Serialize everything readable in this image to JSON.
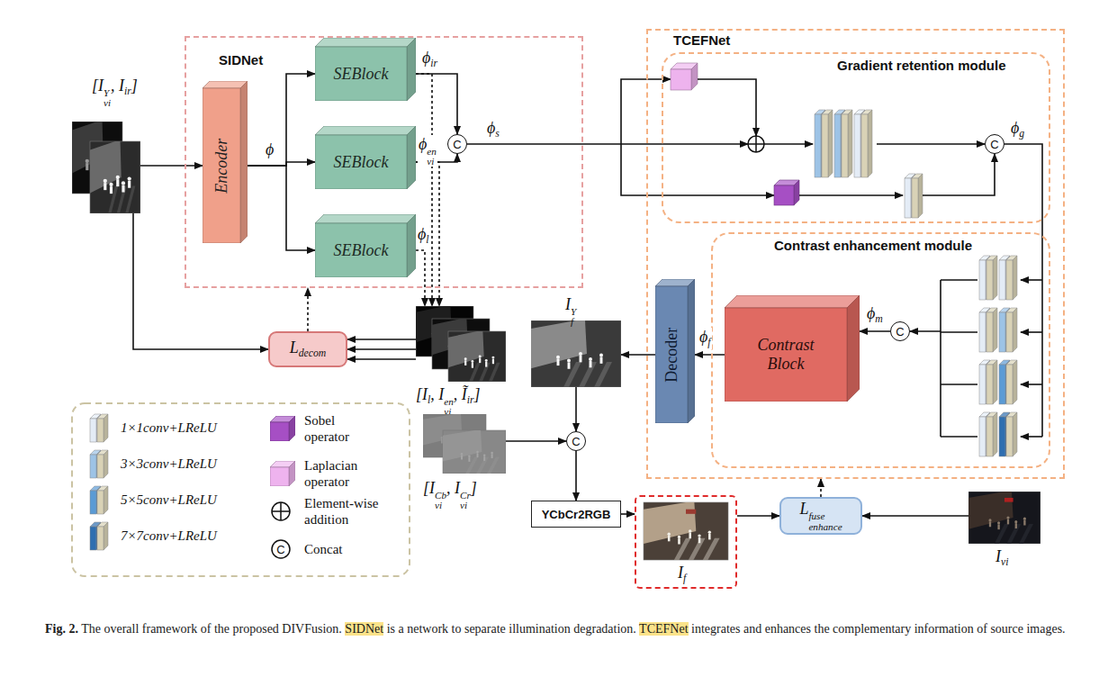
{
  "diagram": {
    "caption": "Fig. 2. The overall framework of the proposed DIVFusion. SIDNet is a network to separate illumination degradation. TCEFNet integrates and enhances the complementary information of source images.",
    "nodes": [
      {
        "text": [
          "[IviY, Iir]"
        ]
      },
      {
        "text": [
          "SIDNet"
        ]
      },
      {
        "text": [
          "Encoder"
        ],
        "in": 1
      },
      {
        "text": [
          "SEBlock"
        ],
        "in": 1
      },
      {
        "text": [
          "SEBlock"
        ],
        "in": 1
      },
      {
        "text": [
          "SEBlock"
        ],
        "in": 1
      },
      {
        "text": [
          "C"
        ],
        "in": 1
      },
      {
        "text": [
          "TCEFNet"
        ]
      },
      {
        "text": [
          "Gradient retention module"
        ],
        "in": 7
      },
      {
        "text": [
          "C"
        ],
        "in": 8
      },
      {
        "text": [
          "Contrast enhancement module"
        ],
        "in": 7
      },
      {
        "text": [
          "C"
        ],
        "in": 10
      },
      {
        "text": [
          "Contrast Block"
        ],
        "in": 10
      },
      {
        "text": [
          "Decoder"
        ],
        "in": 7
      },
      {
        "text": [
          "IfY"
        ]
      },
      {
        "text": [
          "[Il, Ivien, Ĩir]"
        ]
      },
      {
        "text": [
          "Ldecom"
        ]
      },
      {
        "text": [
          "[IviCb, IviCr]"
        ]
      },
      {
        "text": [
          "C"
        ]
      },
      {
        "text": [
          "YCbCr2RGB"
        ]
      },
      {
        "text": [
          "If"
        ]
      },
      {
        "text": [
          "Lenhancefuse"
        ]
      },
      {
        "text": [
          "Ivi"
        ]
      }
    ],
    "edges": [
      {
        "from": 0,
        "to": 2,
        "arrow": "to"
      },
      {
        "from": 0,
        "to": 16,
        "arrow": "to"
      },
      {
        "from": 2,
        "to": 3,
        "arrow": "to"
      },
      {
        "from": 2,
        "to": 4,
        "arrow": "to"
      },
      {
        "from": 2,
        "to": 5,
        "arrow": "to"
      },
      {
        "from": 3,
        "to": 6,
        "label": "ϕir",
        "arrow": "to"
      },
      {
        "from": 4,
        "to": 6,
        "label": "ϕvien",
        "arrow": "to"
      },
      {
        "from": 3,
        "to": 15,
        "arrow": "to"
      },
      {
        "from": 4,
        "to": 15,
        "arrow": "to"
      },
      {
        "from": 5,
        "to": 15,
        "label": "ϕl",
        "arrow": "to"
      },
      {
        "from": 15,
        "to": 16,
        "arrow": "to"
      },
      {
        "from": 16,
        "to": 1,
        "arrow": "to"
      },
      {
        "from": 11,
        "to": 12,
        "label": "ϕm",
        "arrow": "to"
      },
      {
        "from": 12,
        "to": 13,
        "label": "ϕf",
        "arrow": "to"
      },
      {
        "from": 13,
        "to": 14,
        "arrow": "to"
      },
      {
        "from": 14,
        "to": 18,
        "arrow": "to"
      },
      {
        "from": 17,
        "to": 18,
        "arrow": "to"
      },
      {
        "from": 18,
        "to": 19,
        "arrow": "to"
      },
      {
        "from": 19,
        "to": 20,
        "arrow": "to"
      },
      {
        "from": 20,
        "to": 21,
        "arrow": "to"
      },
      {
        "from": 22,
        "to": 21,
        "arrow": "to"
      },
      {
        "from": 21,
        "to": 7,
        "arrow": "to"
      }
    ],
    "labels": [
      "ϕ",
      "ϕs",
      "ϕg",
      "C"
    ],
    "legend": [
      {
        "text": "1×1conv+LReLU"
      },
      {
        "text": "3×3conv+LReLU"
      },
      {
        "text": "5×5conv+LReLU"
      },
      {
        "text": "7×7conv+LReLU"
      },
      {
        "text": "Sobel operator",
        "color": "#a64fc4"
      },
      {
        "text": "Laplacian operator",
        "color": "#eeb3ee"
      },
      {
        "text": "Element-wise addition"
      },
      {
        "text": "Concat"
      }
    ]
  }
}
